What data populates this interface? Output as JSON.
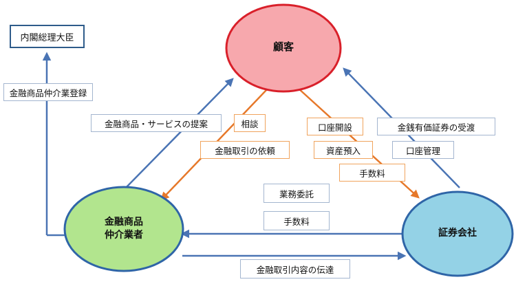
{
  "nodes": {
    "customer": "顧客",
    "broker_line1": "金融商品",
    "broker_line2": "仲介業者",
    "securities": "証券会社",
    "prime_minister": "内閣総理大臣"
  },
  "labels": {
    "registration": "金融商品仲介業登録",
    "proposal": "金融商品・サービスの提案",
    "consultation": "相談",
    "request": "金融取引の依頼",
    "account_opening": "口座開設",
    "deposit": "資産預入",
    "fee_customer": "手数料",
    "custody": "金銭有価証券の受渡",
    "account_mgmt": "口座管理",
    "outsourcing": "業務委託",
    "fee_broker": "手数料",
    "transmission": "金融取引内容の伝達"
  },
  "colors": {
    "customer_fill": "#f7a8ad",
    "customer_stroke": "#d9202a",
    "broker_fill": "#b2e58e",
    "broker_stroke": "#2f65a7",
    "securities_fill": "#94d2e6",
    "securities_stroke": "#2f65a7",
    "blue_arrow": "#4a74b4",
    "orange_arrow": "#e6782a"
  }
}
